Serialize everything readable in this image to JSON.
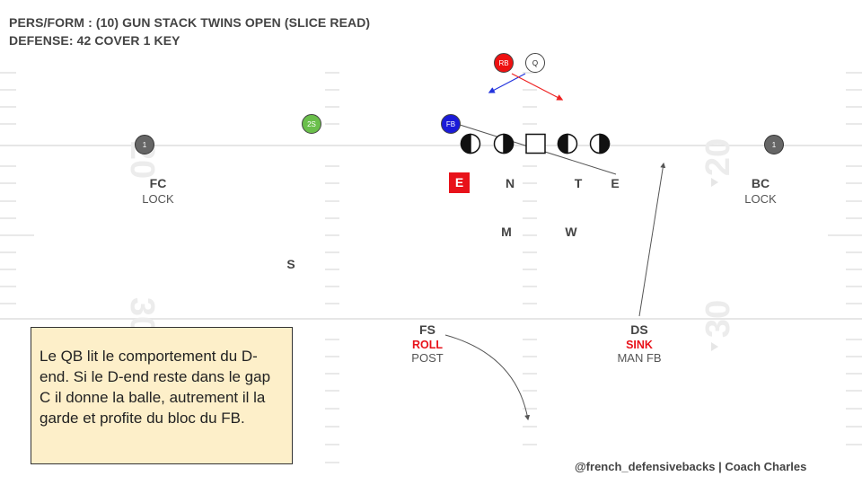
{
  "title_line1": "PERS/FORM : (10) GUN STACK TWINS OPEN (SLICE READ)",
  "title_line2": "DEFENSE: 42 COVER 1 KEY",
  "yard_numbers": {
    "left_top": "20",
    "left_bottom": "30",
    "right_top": "20",
    "right_bottom": "30"
  },
  "offense": {
    "rb": "RB",
    "qb": "Q",
    "fb": "FB",
    "slot": "2S",
    "wide_left": "1",
    "wide_right": "1"
  },
  "defense": {
    "fc": {
      "label": "FC",
      "assignment": "LOCK"
    },
    "bc": {
      "label": "BC",
      "assignment": "LOCK"
    },
    "e_left": "E",
    "n": "N",
    "t": "T",
    "e_right": "E",
    "m": "M",
    "w": "W",
    "s": "S",
    "fs": {
      "label": "FS",
      "action": "ROLL",
      "assignment": "POST"
    },
    "ds": {
      "label": "DS",
      "action": "SINK",
      "assignment": "MAN FB"
    }
  },
  "note": "Le QB lit le comportement du D-end. Si le D-end reste dans le gap C il donne la balle, autrement il la garde et profite du bloc du FB.",
  "credit": "@french_defensivebacks | Coach Charles",
  "colors": {
    "rb": "#ee1111",
    "fb": "#1a1ad8",
    "slot": "#6abf4b",
    "receiver": "#666666",
    "defender_red": "#e8121a",
    "note_bg": "#fdefc9",
    "arrow_blue": "#2233dd",
    "arrow_red": "#ee2222"
  }
}
